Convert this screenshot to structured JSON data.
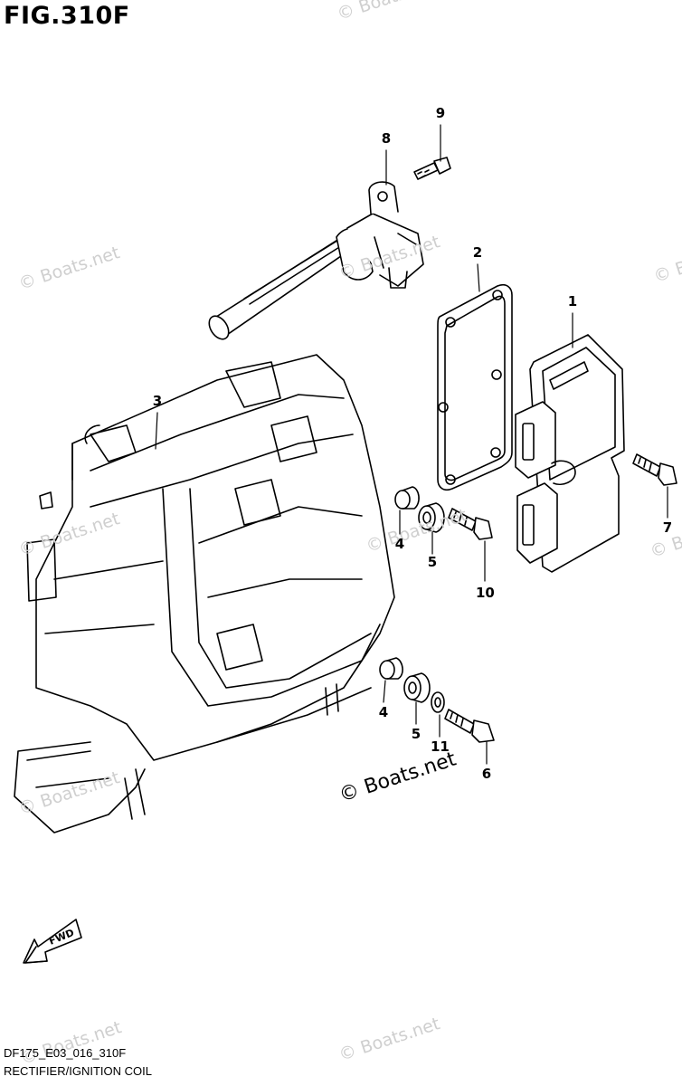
{
  "figure": {
    "title": "FIG.310F",
    "code": "DF175_E03_016_310F",
    "name": "RECTIFIER/IGNITION COIL"
  },
  "direction_label": "FWD",
  "watermark": {
    "text": "© Boats.net",
    "copies": [
      "© Boats.net",
      "© Boats.net",
      "© Boats.net",
      "© Boats.net",
      "© Boats.net",
      "© Boats.net",
      "© Boats.net",
      "© Boats.net",
      "© Boats.net",
      "© Boats.net"
    ]
  },
  "callouts": [
    {
      "id": "p9",
      "label": "9"
    },
    {
      "id": "p8",
      "label": "8"
    },
    {
      "id": "p2",
      "label": "2"
    },
    {
      "id": "p1",
      "label": "1"
    },
    {
      "id": "p3",
      "label": "3"
    },
    {
      "id": "p7",
      "label": "7"
    },
    {
      "id": "p4a",
      "label": "4"
    },
    {
      "id": "p5a",
      "label": "5"
    },
    {
      "id": "p10",
      "label": "10"
    },
    {
      "id": "p4b",
      "label": "4"
    },
    {
      "id": "p5b",
      "label": "5"
    },
    {
      "id": "p11",
      "label": "11"
    },
    {
      "id": "p6",
      "label": "6"
    }
  ],
  "colors": {
    "line": "#000000",
    "watermark": "#cfcfcf",
    "background": "#ffffff"
  }
}
